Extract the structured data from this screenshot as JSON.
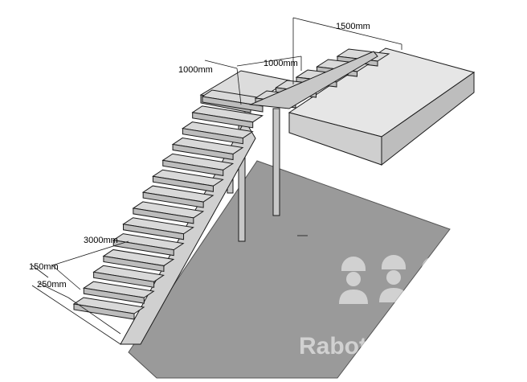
{
  "dimensions": {
    "top_span": "1500mm",
    "landing_width": "1000mm",
    "landing_depth": "1000mm",
    "total_height": "3000mm",
    "riser_height": "150mm",
    "tread_depth": "250mm"
  },
  "watermark": {
    "text": "Rabotniki.UA",
    "icon": "three-workers-in-helmets-icon"
  },
  "colors": {
    "floor": "#9a9a9a",
    "tread_top": "#d9d9d9",
    "tread_front": "#bdbdbd",
    "slab_top": "#e6e6e6",
    "slab_side": "#cfcfcf",
    "lines": "#1a1a1a"
  }
}
